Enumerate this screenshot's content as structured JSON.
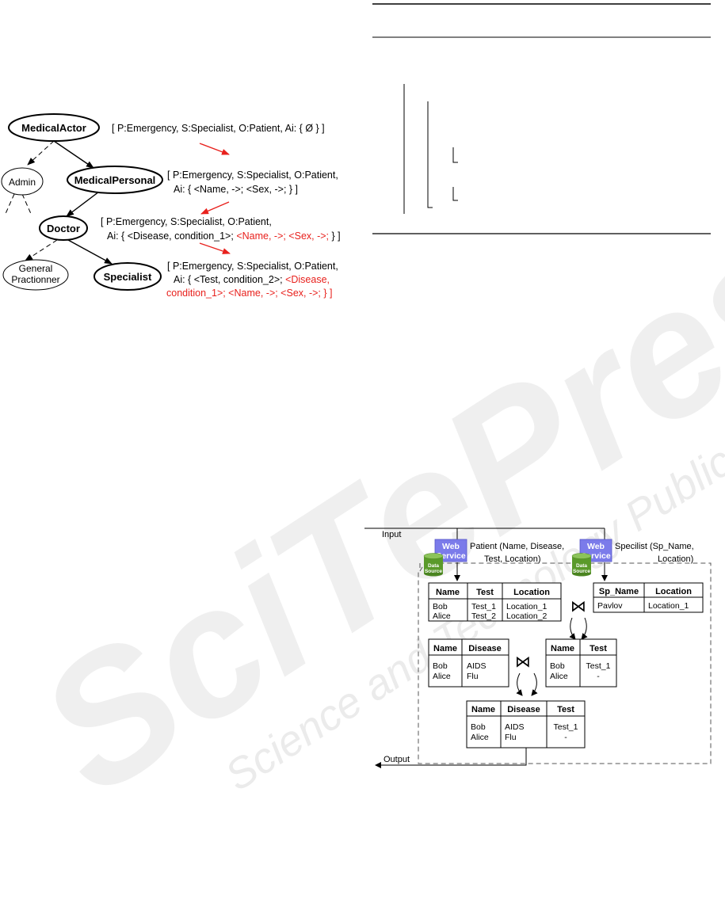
{
  "hierarchy": {
    "nodes": {
      "medical_actor": "MedicalActor",
      "admin": "Admin",
      "medical_personal": "MedicalPersonal",
      "doctor": "Doctor",
      "general_line1": "General",
      "general_line2": "Practionner",
      "specialist": "Specialist"
    },
    "policies": {
      "actor": "[ P:Emergency, S:Specialist, O:Patient, Ai: { Ø } ]",
      "personal_l1": "[ P:Emergency, S:Specialist, O:Patient,",
      "personal_l2": "Ai: { <Name, ->;  <Sex, ->; } ]",
      "doctor_l1": "[ P:Emergency, S:Specialist, O:Patient,",
      "doctor_l2_black": "Ai: { <Disease, condition_1>; ",
      "doctor_l2_red": "<Name, ->;  <Sex, ->;",
      "doctor_l2_end": " } ]",
      "specialist_l1": "[ P:Emergency, S:Specialist, O:Patient,",
      "specialist_l2_black": "Ai: { <Test, condition_2>; ",
      "specialist_l2_red": "<Disease,",
      "specialist_l3_red": "condition_1>; <Name, ->;  <Sex, ->;",
      "specialist_l3_end": " } ]"
    },
    "colors": {
      "inherited": "#e8201c",
      "text": "#111111"
    }
  },
  "workflow": {
    "input_label": "Input",
    "output_label": "Output",
    "web_service_line1": "Web",
    "web_service_line2": "Service",
    "data_source_line1": "Data",
    "data_source_line2": "Source",
    "patient_service_l1": "Patient (Name, Disease,",
    "patient_service_l2": "Test, Location)",
    "specialist_service_l1": "Specilist (Sp_Name,",
    "specialist_service_l2": "Location)",
    "join_symbol": "⋈",
    "tables": {
      "patient": {
        "headers": [
          "Name",
          "Test",
          "Location"
        ],
        "col_values": [
          [
            "Bob",
            "Alice"
          ],
          [
            "Test_1",
            "Test_2"
          ],
          [
            "Location_1",
            "Location_2"
          ]
        ]
      },
      "specialist": {
        "headers": [
          "Sp_Name",
          "Location"
        ],
        "col_values": [
          [
            "Pavlov"
          ],
          [
            "Location_1"
          ]
        ]
      },
      "disease": {
        "headers": [
          "Name",
          "Disease"
        ],
        "col_values": [
          [
            "Bob",
            "Alice"
          ],
          [
            "AIDS",
            "Flu"
          ]
        ]
      },
      "test": {
        "headers": [
          "Name",
          "Test"
        ],
        "col_values": [
          [
            "Bob",
            "Alice"
          ],
          [
            "Test_1",
            "-"
          ]
        ]
      },
      "result": {
        "headers": [
          "Name",
          "Disease",
          "Test"
        ],
        "col_values": [
          [
            "Bob",
            "Alice"
          ],
          [
            "AIDS",
            "Flu"
          ],
          [
            "Test_1",
            "-"
          ]
        ]
      }
    },
    "colors": {
      "web_service": "#7b7bea",
      "data_source": "#5a9a2a"
    }
  },
  "watermark": {
    "big": "SciTePress",
    "small": "Science and Technology Publications"
  }
}
